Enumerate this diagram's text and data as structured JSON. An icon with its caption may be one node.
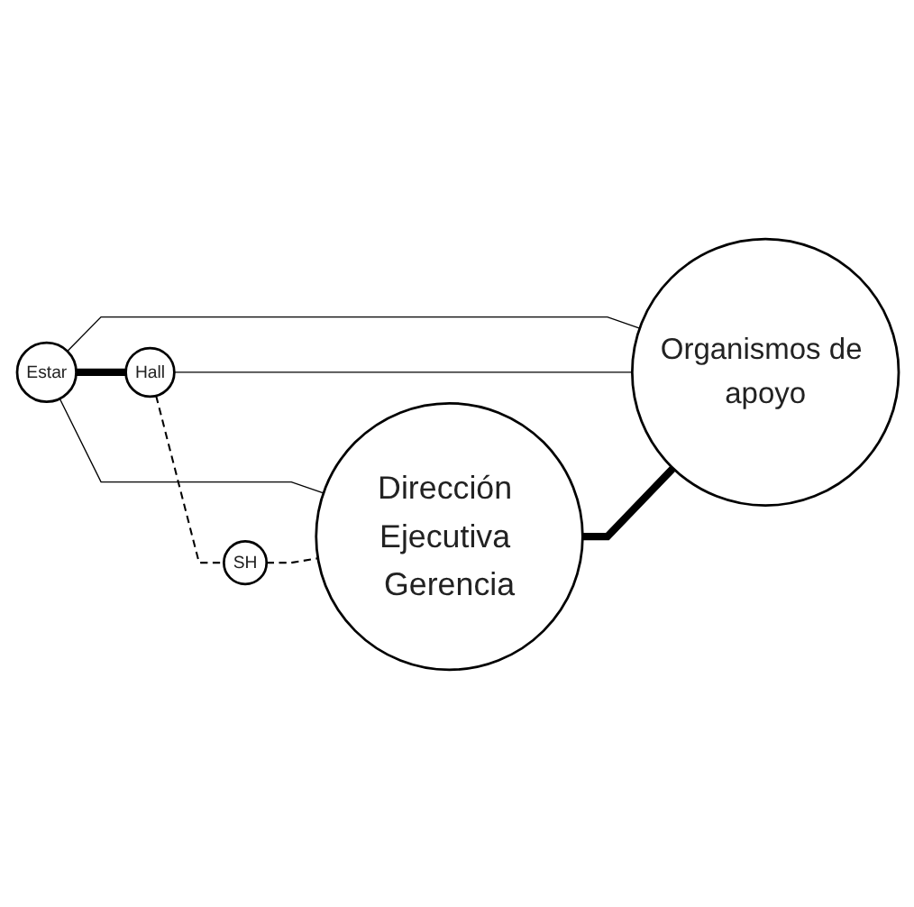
{
  "diagram": {
    "nodes": [
      {
        "text": [
          "Dirección Ejecutiva Gerencia"
        ]
      },
      {
        "text": [
          "Estar"
        ]
      },
      {
        "text": [
          "SH"
        ]
      },
      {
        "text": [
          "Hall"
        ]
      },
      {
        "text": [
          "Organismos de apoyo"
        ]
      }
    ],
    "edges": [
      {
        "from": 1,
        "to": 3,
        "arrow": "none",
        "style": "thick"
      },
      {
        "from": 1,
        "to": 0,
        "arrow": "none"
      },
      {
        "from": 1,
        "to": 4,
        "arrow": "none"
      },
      {
        "from": 3,
        "to": 2,
        "arrow": "none",
        "style": "dashed"
      },
      {
        "from": 2,
        "to": 0,
        "arrow": "none",
        "style": "dashed"
      },
      {
        "from": 3,
        "to": 4,
        "arrow": "none"
      },
      {
        "from": 0,
        "to": 4,
        "arrow": "none",
        "style": "thick"
      }
    ]
  }
}
